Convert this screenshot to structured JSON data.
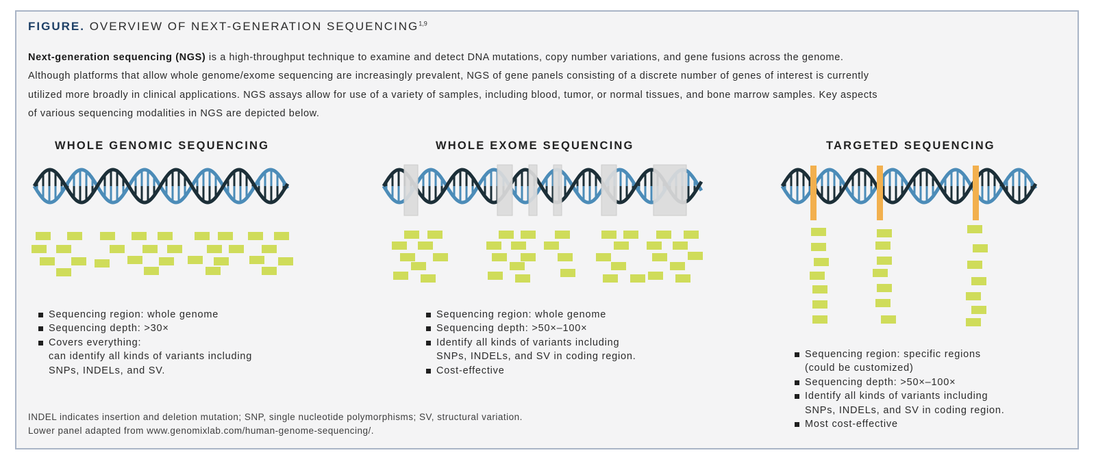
{
  "figure": {
    "label": "FIGURE.",
    "title": "OVERVIEW OF NEXT-GENERATION SEQUENCING",
    "refs": "1,9"
  },
  "intro": {
    "bold_term": "Next-generation sequencing (NGS)",
    "line1_rest": " is a high-throughput technique to examine and detect DNA mutations, copy number variations, and gene fusions across the genome.",
    "line2": "Although platforms that allow whole genome/exome sequencing are increasingly prevalent, NGS of gene panels consisting of a discrete number of genes of interest is currently",
    "line3": "utilized more broadly in clinical applications. NGS assays allow for use of a variety of samples, including blood, tumor, or normal tissues, and bone marrow samples. Key aspects",
    "line4": "of various sequencing modalities in NGS are depicted below."
  },
  "columns": [
    {
      "heading": "WHOLE GENOMIC SEQUENCING",
      "bullets": [
        {
          "text": "Sequencing region: whole genome"
        },
        {
          "text": "Sequencing depth: >30×"
        },
        {
          "text": "Covers everything:",
          "cont1": "can identify all kinds of variants including",
          "cont2": "SNPs, INDELs, and SV."
        }
      ]
    },
    {
      "heading": "WHOLE EXOME SEQUENCING",
      "bullets": [
        {
          "text": "Sequencing region: whole genome"
        },
        {
          "text": "Sequencing depth: >50×–100×"
        },
        {
          "text": "Identify all kinds of variants including",
          "cont1": "SNPs, INDELs, and SV in coding region."
        },
        {
          "text": "Cost-effective"
        }
      ]
    },
    {
      "heading": "TARGETED SEQUENCING",
      "bullets": [
        {
          "text": "Sequencing region: specific regions",
          "cont1": "(could be customized)"
        },
        {
          "text": "Sequencing depth: >50×–100×"
        },
        {
          "text": "Identify all kinds of variants including",
          "cont1": "SNPs, INDELs, and SV in coding region."
        },
        {
          "text": "Most cost-effective"
        }
      ]
    }
  ],
  "footnote": {
    "line1": "INDEL indicates insertion and deletion mutation; SNP, single nucleotide polymorphisms; SV, structural variation.",
    "line2": "Lower panel adapted from www.genomixlab.com/human-genome-sequencing/."
  },
  "colors": {
    "frame_border": "#a9b4c6",
    "background": "#f4f4f5",
    "title_accent": "#1d3f66",
    "dna_strand_blue": "#4c8cb8",
    "dna_strand_dark": "#1c2f38",
    "read_block": "#cfdc5a",
    "exome_region": "#dcdcdc",
    "target_marker": "#f2b04e"
  }
}
